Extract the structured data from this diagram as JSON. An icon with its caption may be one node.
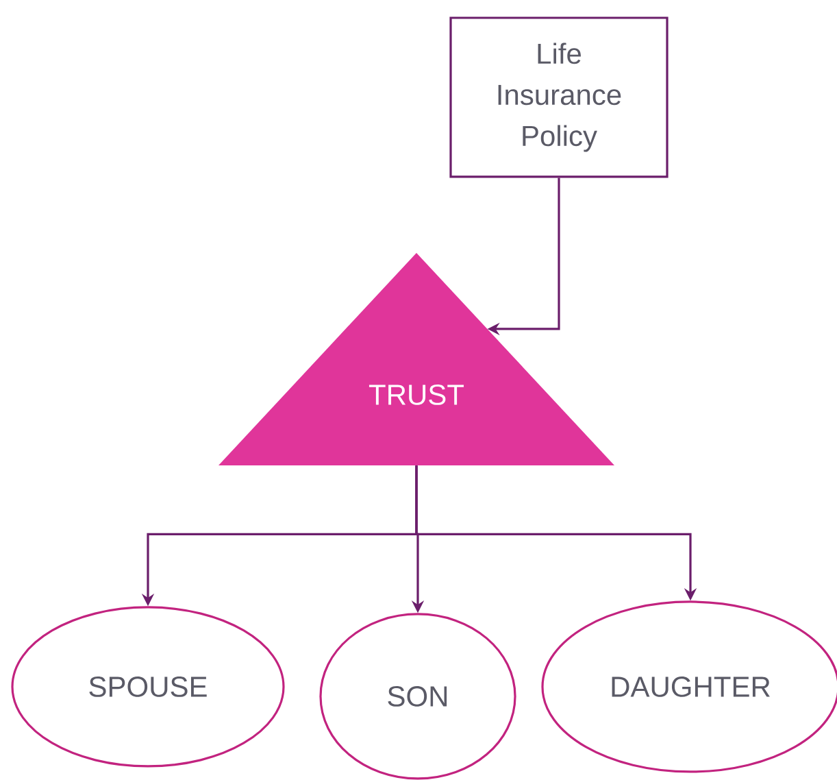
{
  "diagram": {
    "nodes": [
      {
        "text": [
          "Life Insurance Policy"
        ]
      },
      {
        "text": [
          "TRUST"
        ]
      },
      {
        "text": [
          "SPOUSE"
        ]
      },
      {
        "text": [
          "SON"
        ]
      },
      {
        "text": [
          "DAUGHTER"
        ]
      }
    ],
    "edges": [
      {
        "from": 0,
        "to": 1,
        "arrow": "to"
      },
      {
        "from": 1,
        "to": 2,
        "arrow": "to"
      },
      {
        "from": 1,
        "to": 3,
        "arrow": "to"
      },
      {
        "from": 1,
        "to": 4,
        "arrow": "to"
      }
    ]
  }
}
